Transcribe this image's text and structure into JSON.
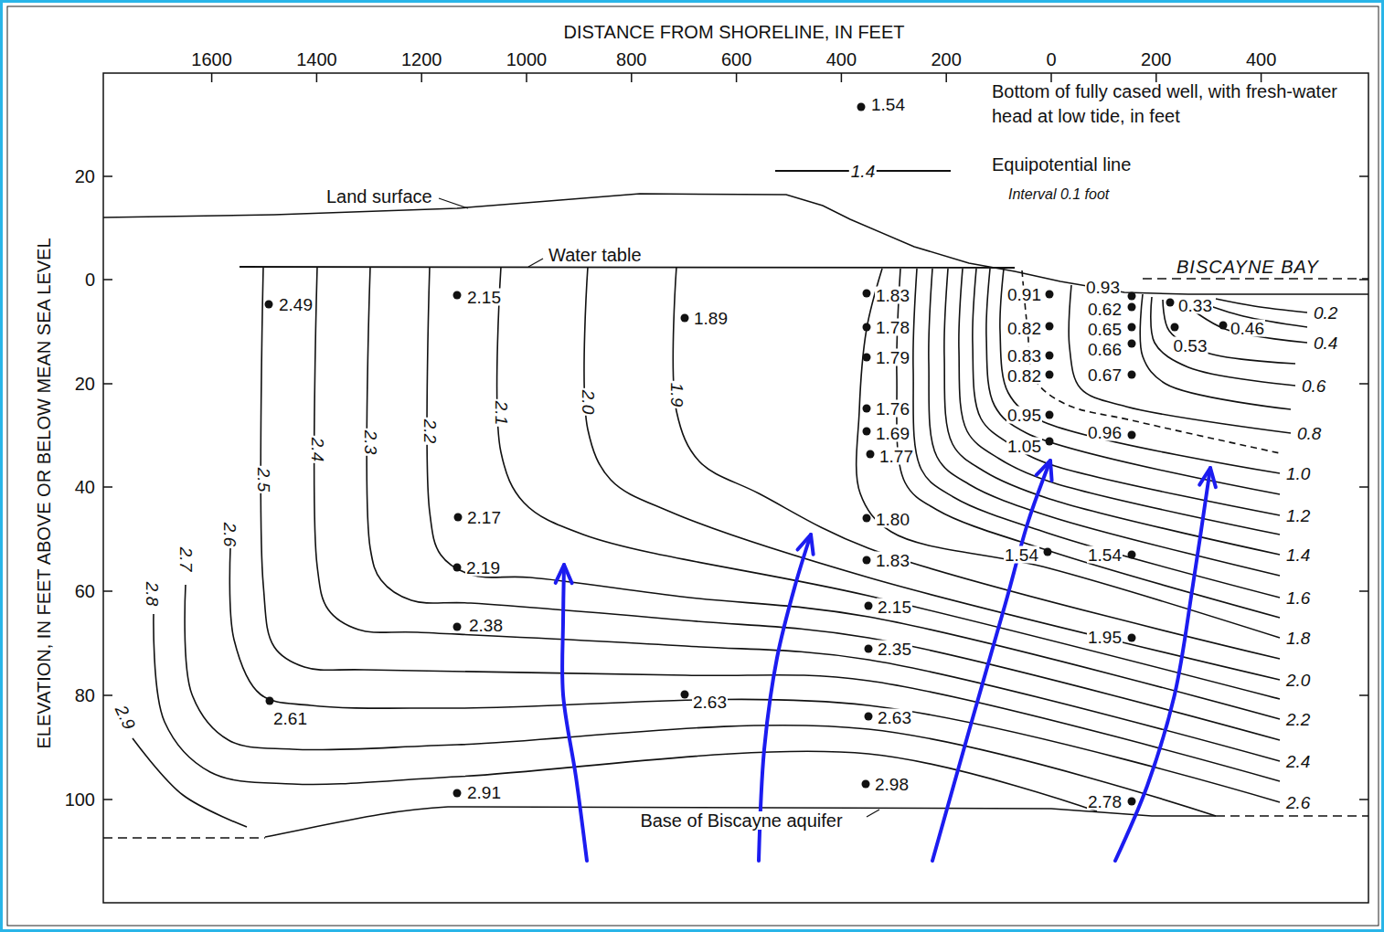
{
  "diagram": {
    "labels": [
      "DISTANCE FROM SHORELINE, IN FEET",
      "1600",
      "1400",
      "1200",
      "1000",
      "800",
      "600",
      "400",
      "200",
      "0",
      "200",
      "400",
      "ELEVATION, IN FEET ABOVE OR BELOW MEAN SEA LEVEL",
      "20",
      "0",
      "20",
      "40",
      "60",
      "80",
      "100",
      "1.54",
      "1.4",
      "Interval 0.1 foot",
      "Land surface",
      "Water table",
      "BISCAYNE BAY",
      "Base of Biscayne aquifer",
      "2.49",
      "2.15",
      "1.89",
      "1.83",
      "1.78",
      "1.79",
      "1.76",
      "1.69",
      "1.77",
      "1.80",
      "1.83",
      "2.15",
      "2.35",
      "2.63",
      "2.98",
      "2.17",
      "2.19",
      "2.38",
      "2.61",
      "2.63",
      "2.91",
      "0.91",
      "0.82",
      "0.83",
      "0.82",
      "0.95",
      "1.05",
      "1.54",
      "0.93",
      "0.62",
      "0.65",
      "0.66",
      "0.67",
      "0.96",
      "1.54",
      "1.95",
      "2.78",
      "0.33",
      "0.53",
      "0.46",
      "2.9",
      "2.8",
      "2.7",
      "2.6",
      "2.5",
      "2.4",
      "2.3",
      "2.2",
      "2.1",
      "2.0",
      "1.9",
      "0.2",
      "0.4",
      "0.6",
      "0.8",
      "1.0",
      "1.2",
      "1.4",
      "1.6",
      "1.8",
      "2.0",
      "2.2",
      "2.4",
      "2.6"
    ],
    "legend": [
      {
        "text": "Bottom of fully cased well, with fresh-water head at low tide, in feet"
      },
      {
        "text": "Equipotential line"
      }
    ]
  }
}
